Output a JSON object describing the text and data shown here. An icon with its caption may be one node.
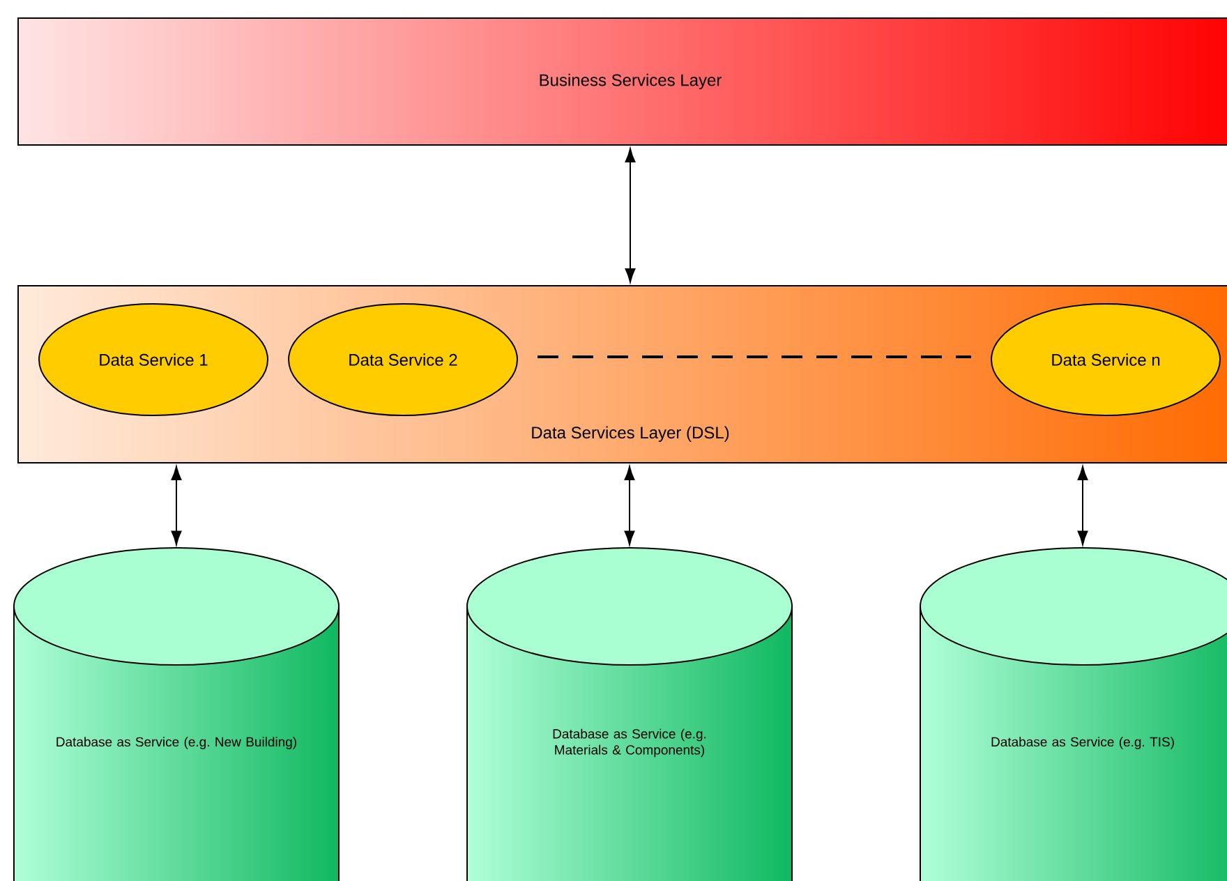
{
  "diagram": {
    "nodes": [
      {
        "text": [
          "Business Services Layer"
        ]
      },
      {
        "text": [
          "Data Services Layer (DSL)"
        ]
      },
      {
        "text": [
          "Data Service 1"
        ],
        "in": 1
      },
      {
        "text": [
          "Data Service 2"
        ],
        "in": 1
      },
      {
        "text": [
          "Data Service n"
        ],
        "in": 1
      },
      {
        "text": [
          "Database as Service (e.g. New Building)"
        ]
      },
      {
        "text": [
          "Database as Service (e.g. Materials & Components)"
        ]
      },
      {
        "text": [
          "Database as Service (e.g. TIS)"
        ]
      }
    ],
    "edges": [
      {
        "from": 0,
        "to": 1,
        "arrow": "both"
      },
      {
        "from": 3,
        "to": 4,
        "arrow": "none",
        "style": "dashed"
      },
      {
        "from": 1,
        "to": 5,
        "arrow": "both"
      },
      {
        "from": 1,
        "to": 6,
        "arrow": "both"
      },
      {
        "from": 1,
        "to": 7,
        "arrow": "both"
      }
    ]
  }
}
